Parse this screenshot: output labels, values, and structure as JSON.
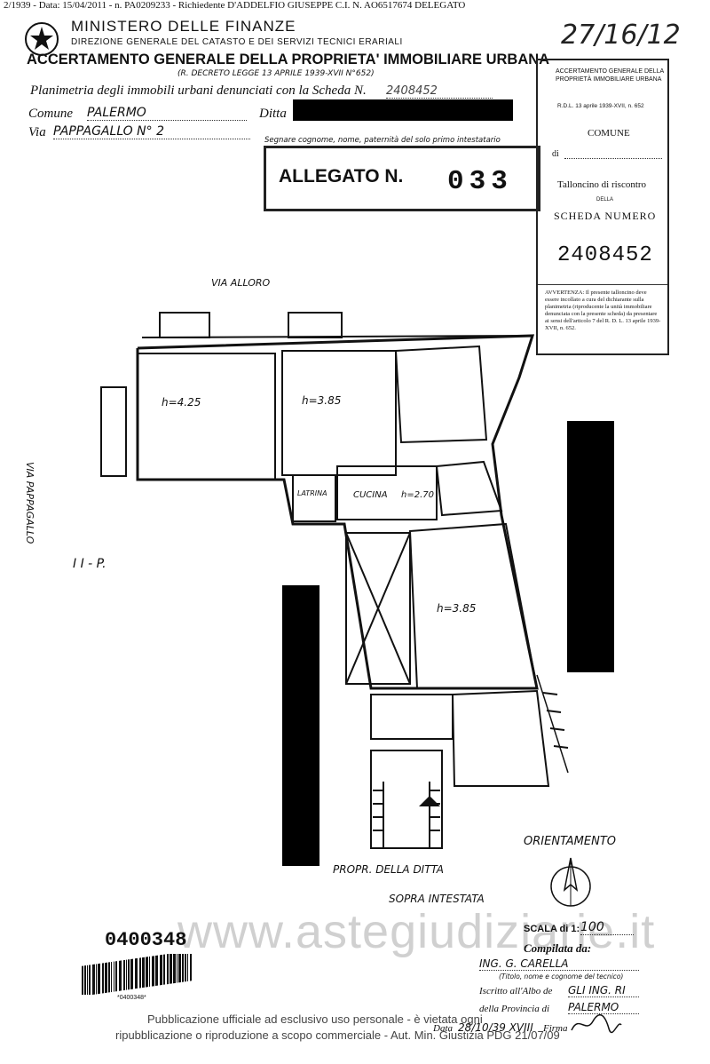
{
  "fax_header": "2/1939 - Data: 15/04/2011 - n. PA0209233 - Richiedente D'ADDELFIO GIUSEPPE C.I. N. AO6517674 DELEGATO",
  "handwritten_corner": "27/16/12",
  "ministry": {
    "name": "MINISTERO DELLE FINANZE",
    "direction": "DIREZIONE GENERALE DEL CATASTO E DEI SERVIZI TECNICI ERARIALI",
    "title": "ACCERTAMENTO GENERALE DELLA PROPRIETA' IMMOBILIARE URBANA",
    "decree": "(R. DECRETO LEGGE 13 APRILE 1939-XVII N°652)"
  },
  "form": {
    "planimetria_label": "Planimetria degli immobili urbani denunciati con la Scheda N.",
    "planimetria_value": "2408452",
    "comune_label": "Comune",
    "comune_value": "PALERMO",
    "ditta_label": "Ditta",
    "via_label": "Via",
    "via_value": "PAPPAGALLO N° 2",
    "ditta_note": "Segnare cognome, nome, paternità del solo primo intestatario"
  },
  "allegato": {
    "label": "ALLEGATO N.",
    "number": "033"
  },
  "stub": {
    "header": "ACCERTAMENTO GENERALE DELLA PROPRIETÀ IMMOBILIARE URBANA",
    "law": "R.D.L. 13 aprile 1939-XVII, n. 652",
    "comune_label": "COMUNE",
    "di_label": "di",
    "talloncino": "Talloncino di riscontro",
    "della": "DELLA",
    "scheda_numero": "SCHEDA NUMERO",
    "number": "2408452",
    "avvertenza": "AVVERTENZA: Il presente talloncino deve essere incollato a cura del dichiarante sulla planimetria (riproducente la unità immobiliare denunciata con la presente scheda) da presentare ai sensi dell'articolo 7 del R. D. L. 13 aprile 1939-XVII, n. 652."
  },
  "plan": {
    "street_top": "VIA ALLORO",
    "street_left": "VIA PAPPAGALLO",
    "floor_label": "I I - P.",
    "rooms": [
      {
        "name": "room-1",
        "height": "h=4.25"
      },
      {
        "name": "room-2",
        "height": "h=3.85"
      },
      {
        "name": "latrina",
        "label": "LATRINA"
      },
      {
        "name": "cucina",
        "label": "CUCINA",
        "height": "h=2.70"
      },
      {
        "name": "room-3",
        "height": "h=3.85"
      }
    ],
    "orientation_label": "ORIENTAMENTO",
    "prop_line1": "PROPR. DELLA DITTA",
    "prop_line2": "SOPRA INTESTATA"
  },
  "footer": {
    "scala_label": "SCALA di 1:",
    "scala_value": "100",
    "compilata_label": "Compilata da:",
    "compilata_value": "ING. G. CARELLA",
    "compilata_hint": "(Titolo, nome e cognome del tecnico)",
    "iscritto_label": "Iscritto all'Albo de",
    "iscritto_value": "GLI ING. RI",
    "provincia_label": "della Provincia di",
    "provincia_value": "PALERMO",
    "data_label": "Data",
    "data_value": "28/10/39 XVIII",
    "firma_label": "Firma"
  },
  "barcode": {
    "number": "0400348",
    "small": "*0400348*"
  },
  "watermark": "www.astegiudiziarie.it",
  "disclaimer": {
    "line1": "Pubblicazione ufficiale ad esclusivo uso personale - è vietata ogni",
    "line2": "ripubblicazione o riproduzione a scopo commerciale - Aut. Min. Giustizia PDG 21/07/09"
  }
}
